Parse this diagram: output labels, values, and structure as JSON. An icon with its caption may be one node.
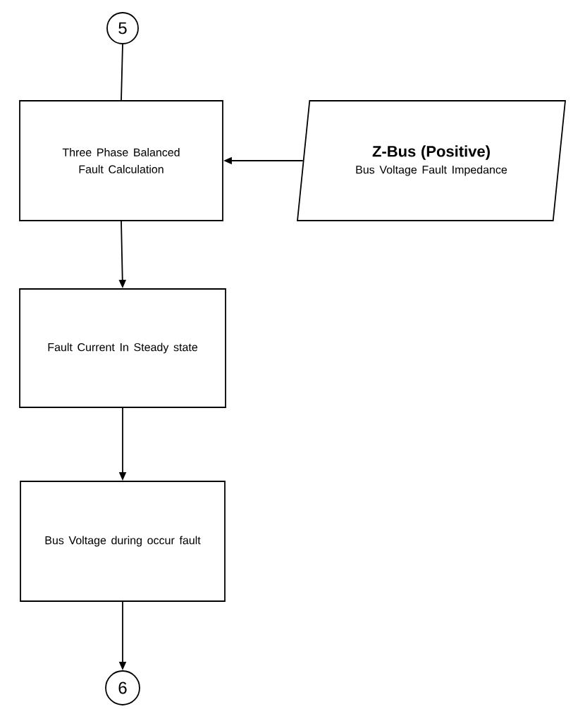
{
  "diagram": {
    "nodes": [
      {
        "text": [
          "5"
        ]
      },
      {
        "text": [
          "Three Phase Balanced Fault Calculation"
        ]
      },
      {
        "text": [
          "Z-Bus (Positive)",
          "Bus Voltage Fault Impedance"
        ]
      },
      {
        "text": [
          "Fault Current In Steady state"
        ]
      },
      {
        "text": [
          "Bus Voltage during occur fault"
        ]
      },
      {
        "text": [
          "6"
        ]
      }
    ],
    "edges": [
      {
        "from": 0,
        "to": 1,
        "arrow": "none"
      },
      {
        "from": 2,
        "to": 1,
        "arrow": "to"
      },
      {
        "from": 1,
        "to": 3,
        "arrow": "to"
      },
      {
        "from": 3,
        "to": 4,
        "arrow": "to"
      },
      {
        "from": 4,
        "to": 5,
        "arrow": "to"
      }
    ]
  }
}
